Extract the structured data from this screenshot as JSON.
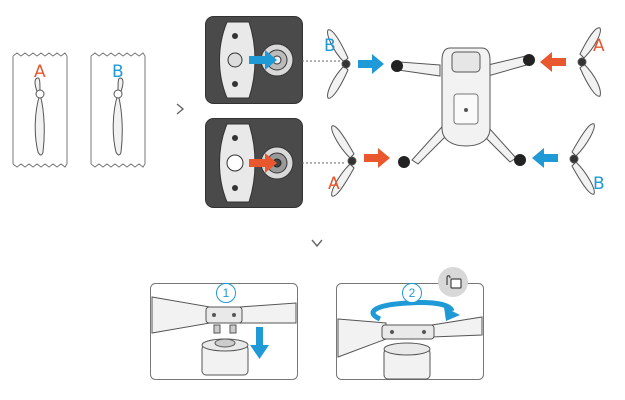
{
  "packs": [
    {
      "letter": "A",
      "color": "#e8572e"
    },
    {
      "letter": "B",
      "color": "#1f9ad6"
    }
  ],
  "drone_labels": {
    "top_left": "B",
    "top_right": "A",
    "bottom_left": "A",
    "bottom_right": "B"
  },
  "steps": [
    {
      "number": "1"
    },
    {
      "number": "2"
    }
  ],
  "colors": {
    "A": "#e8572e",
    "B": "#1f9ad6",
    "line": "#555555",
    "fill_light": "#f2f2f2",
    "dark_panel": "#3a3a3a"
  },
  "icons": {
    "next_arrow": "chevron-right-icon",
    "down_arrow": "chevron-down-icon",
    "lock": "lock-icon"
  }
}
